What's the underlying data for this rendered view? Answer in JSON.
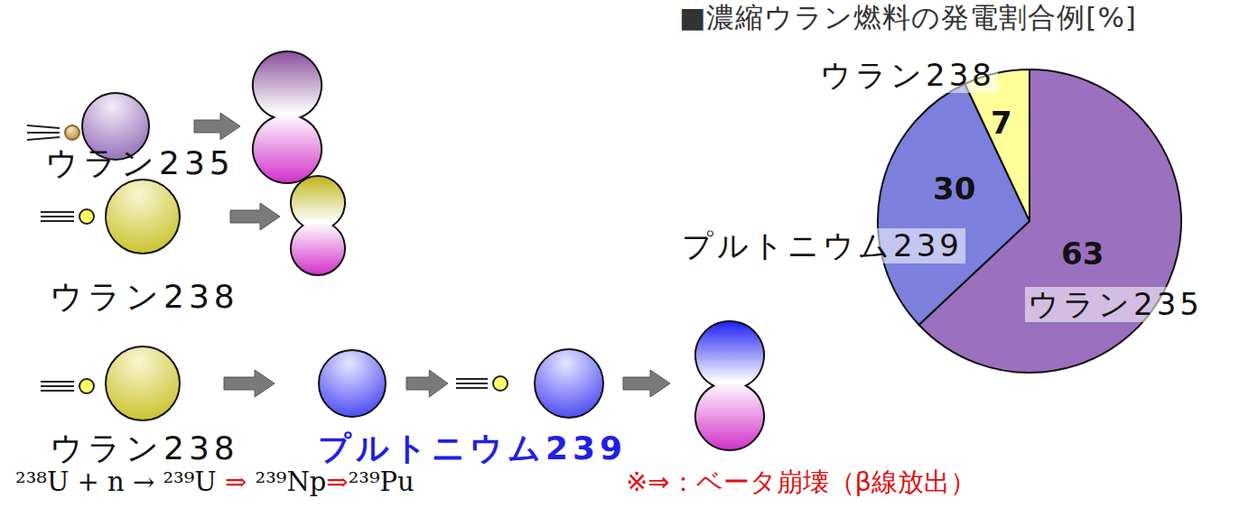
{
  "diagram": {
    "title": "■濃縮ウラン燃料の発電割合例[%]",
    "nodes": [
      {
        "text": [
          "ウラン235"
        ]
      },
      {
        "text": [
          "ウラン238"
        ]
      },
      {
        "text": [
          "ウラン238"
        ]
      },
      {
        "text": [
          "プルトニウム239"
        ]
      }
    ],
    "edges": [
      {
        "from": 2,
        "to": 3,
        "arrow": "to"
      }
    ],
    "labels": [
      "ウラン238",
      "7",
      "30",
      "プルトニウム239",
      "63",
      "ウラン235",
      "²³⁸U + n → ²³⁹U ⇒ ²³⁹Np⇒²³⁹Pu",
      "※⇒：ベータ崩壊（β線放出）"
    ]
  }
}
